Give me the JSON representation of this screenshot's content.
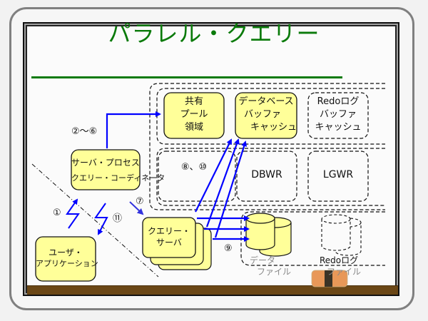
{
  "title": "パラレル・クエリー",
  "colors": {
    "title_green": "#0a7a0a",
    "box_yellow": "#ffff99",
    "arrow_blue": "#0000ff",
    "tray_brown": "#6b4716",
    "eraser_orange": "#e89858"
  },
  "sga": {
    "shared_pool": [
      "共有",
      "プール",
      "領域"
    ],
    "db_buffer_cache": [
      "データベース",
      "バッファ",
      "キャッシュ"
    ],
    "redo_log_buffer": [
      "Redoログ",
      "バッファ",
      "キャッシュ"
    ]
  },
  "background_processes": {
    "step_label": "⑧、⑩",
    "dbwr": "DBWR",
    "lgwr": "LGWR"
  },
  "server_process": [
    "サーバ・プロセス",
    "クエリー・コーディネータ"
  ],
  "user_application": [
    "ユーザ・",
    "アプリケーション"
  ],
  "query_server": [
    "クエリー・",
    "サーバ"
  ],
  "files": {
    "data_file": [
      "データ",
      "ファイル"
    ],
    "redo_log_file": [
      "Redoログ",
      "ファイル"
    ]
  },
  "steps": {
    "s1": "①",
    "s2_6": "②～⑥",
    "s7": "⑦",
    "s9": "⑨",
    "s11": "⑪"
  },
  "icons": [
    "database-cylinder-icon",
    "redo-log-cylinder-icon",
    "eraser-icon"
  ]
}
